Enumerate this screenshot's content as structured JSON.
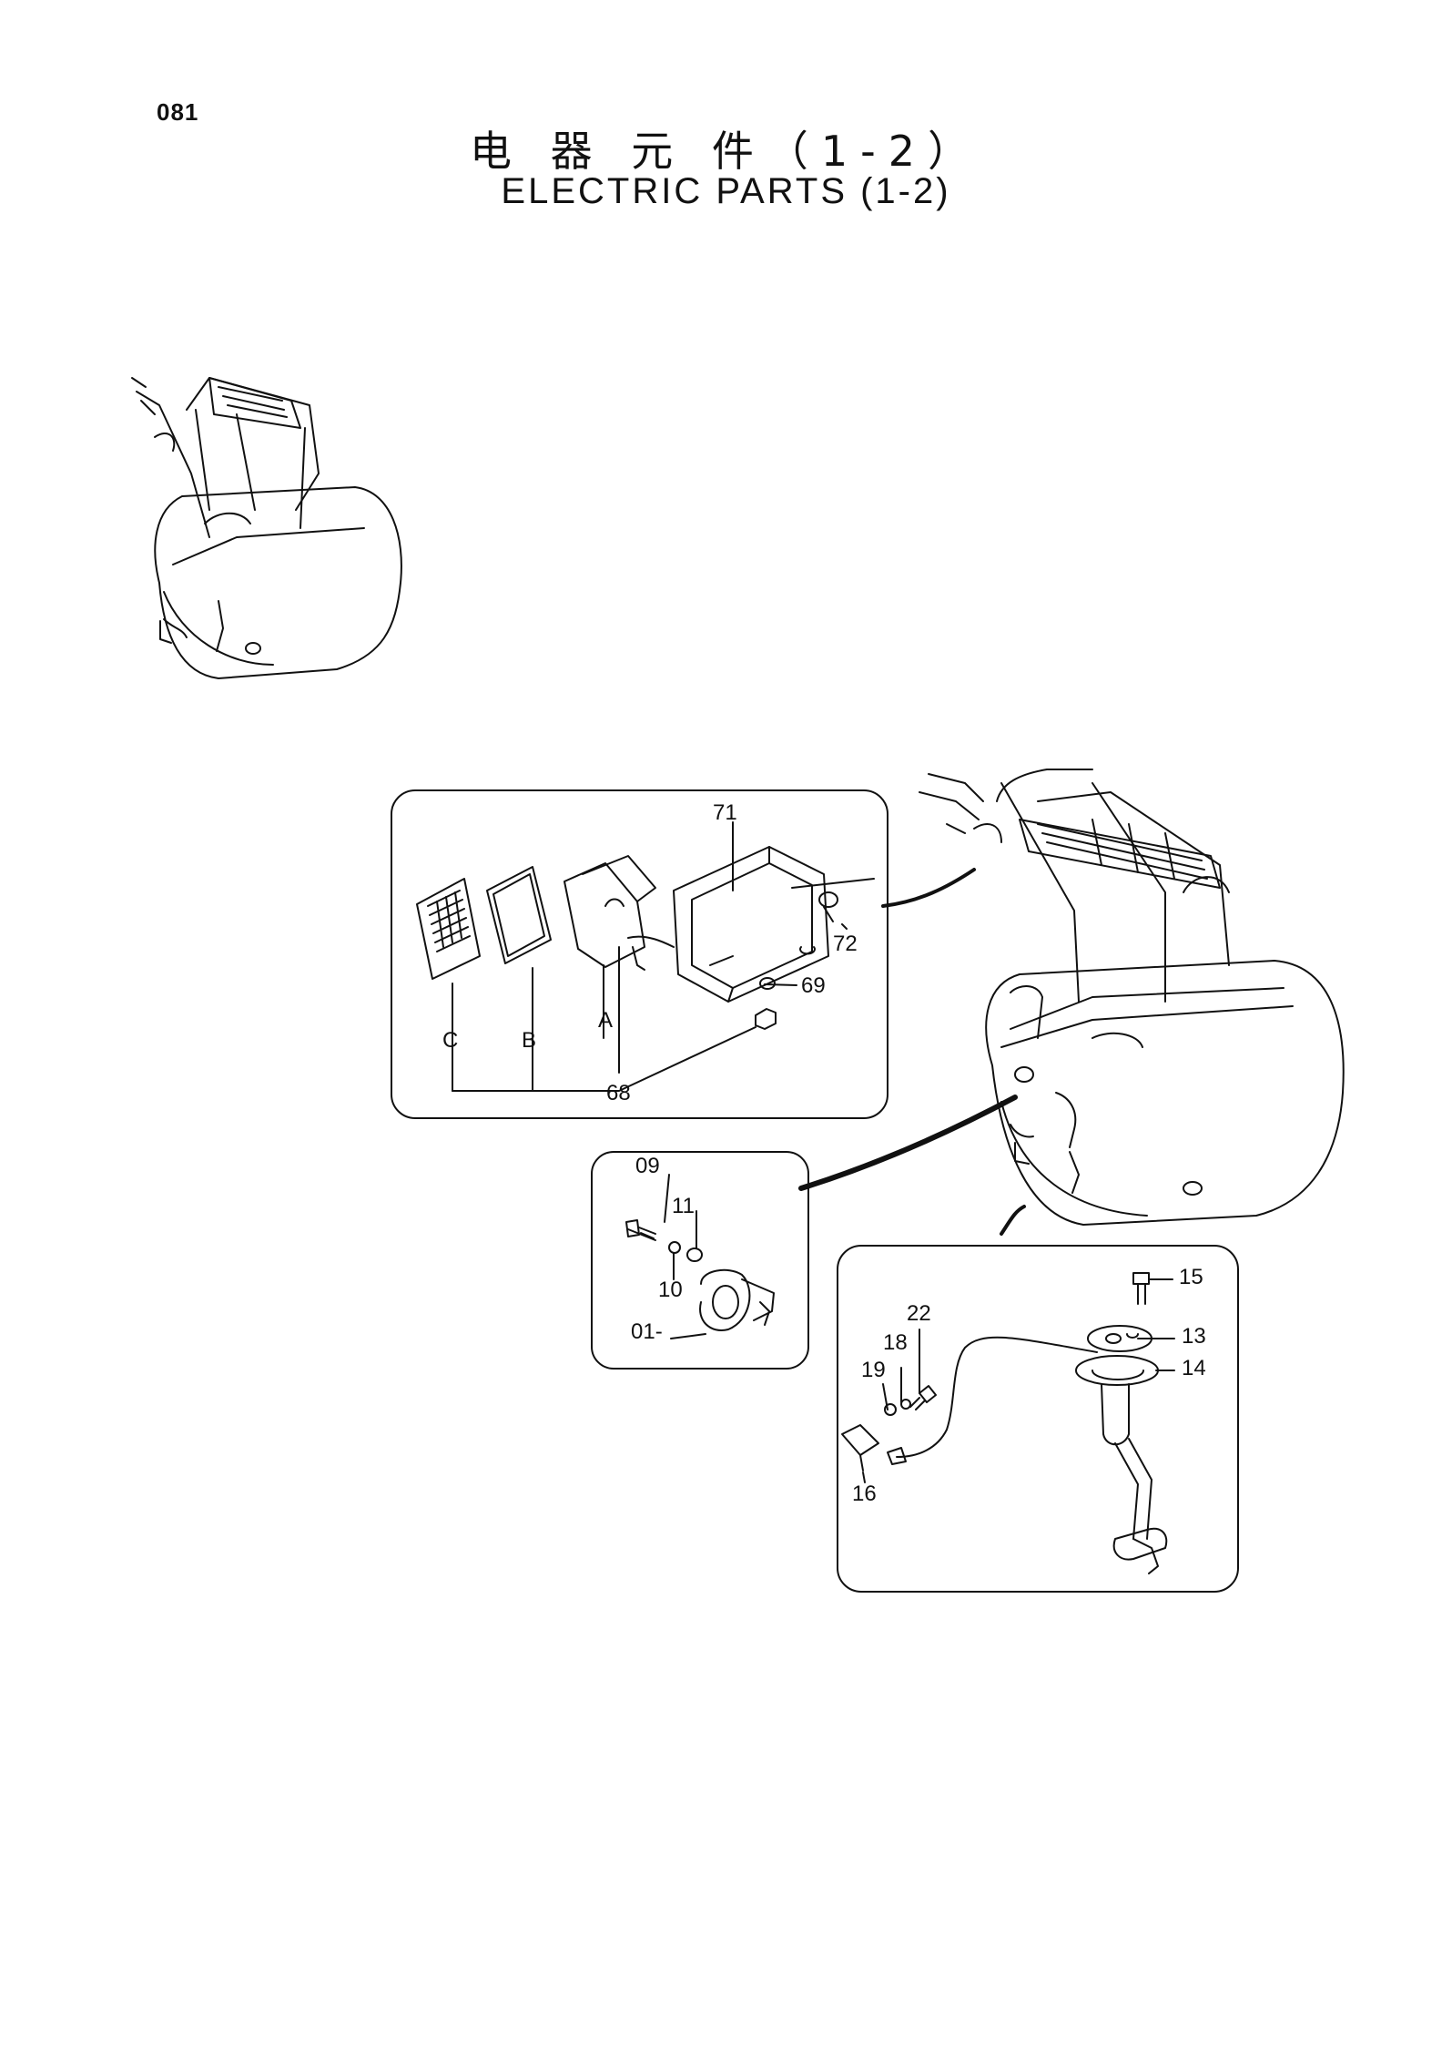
{
  "page_number": "081",
  "title_cn": "电 器 元 件（1-2）",
  "title_en": "ELECTRIC PARTS (1-2)",
  "callouts": {
    "p71": "71",
    "p72": "72",
    "p69": "69",
    "p68": "68",
    "pA": "A",
    "pB": "B",
    "pC": "C",
    "p09": "09",
    "p11": "11",
    "p10": "10",
    "p01": "01-",
    "p15": "15",
    "p13": "13",
    "p14": "14",
    "p22": "22",
    "p18": "18",
    "p19": "19",
    "p16": "16"
  }
}
